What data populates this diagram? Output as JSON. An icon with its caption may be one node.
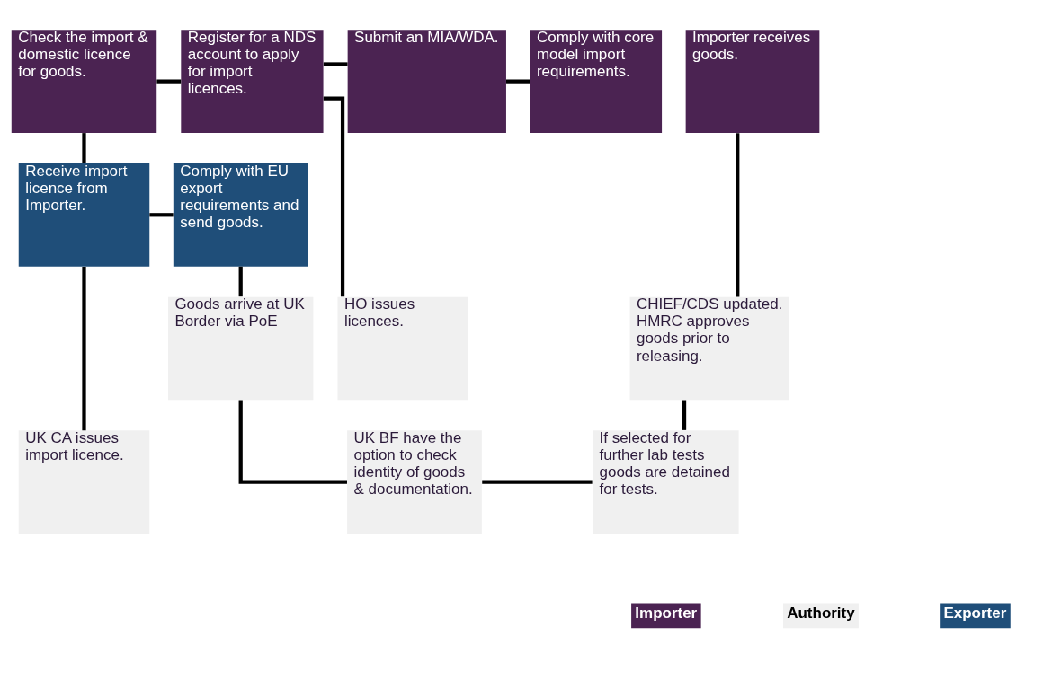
{
  "diagram": {
    "nodes": [
      {
        "text": [
          "Check the import & domestic licence for goods."
        ]
      },
      {
        "text": [
          "Register for a NDS account to apply for import licences."
        ]
      },
      {
        "text": [
          "Submit an MIA/WDA."
        ]
      },
      {
        "text": [
          "Comply with core model import requirements."
        ]
      },
      {
        "text": [
          "Importer receives goods."
        ]
      },
      {
        "text": [
          "Receive import licence from Importer."
        ]
      },
      {
        "text": [
          "Comply with EU export requirements and send goods."
        ]
      },
      {
        "text": [
          "HO issues licences."
        ]
      },
      {
        "text": [
          "Goods arrive at UK Border via PoE"
        ]
      },
      {
        "text": [
          "CHIEF/CDS updated. HMRC approves goods prior to releasing."
        ]
      },
      {
        "text": [
          "UK CA issues import licence."
        ]
      },
      {
        "text": [
          "UK BF have the option to check identity of goods & documentation."
        ]
      },
      {
        "text": [
          "If selected for further lab tests goods are detained for tests."
        ]
      }
    ],
    "edges": [
      {
        "from": 0,
        "to": 1,
        "arrow": "none"
      },
      {
        "from": 1,
        "to": 2,
        "arrow": "none"
      },
      {
        "from": 2,
        "to": 3,
        "arrow": "none"
      },
      {
        "from": 0,
        "to": 5,
        "arrow": "none"
      },
      {
        "from": 1,
        "to": 7,
        "arrow": "none"
      },
      {
        "from": 4,
        "to": 9,
        "arrow": "none"
      },
      {
        "from": 5,
        "to": 6,
        "arrow": "none"
      },
      {
        "from": 5,
        "to": 10,
        "arrow": "none"
      },
      {
        "from": 6,
        "to": 8,
        "arrow": "none"
      },
      {
        "from": 8,
        "to": 11,
        "arrow": "none"
      },
      {
        "from": 9,
        "to": 12,
        "arrow": "none"
      },
      {
        "from": 11,
        "to": 12,
        "arrow": "none"
      }
    ],
    "legend": [
      {
        "text": "Importer",
        "color": "#4b2352"
      },
      {
        "text": "Authority",
        "color": "#f0f0f0"
      },
      {
        "text": "Exporter",
        "color": "#1f4e79"
      }
    ]
  }
}
